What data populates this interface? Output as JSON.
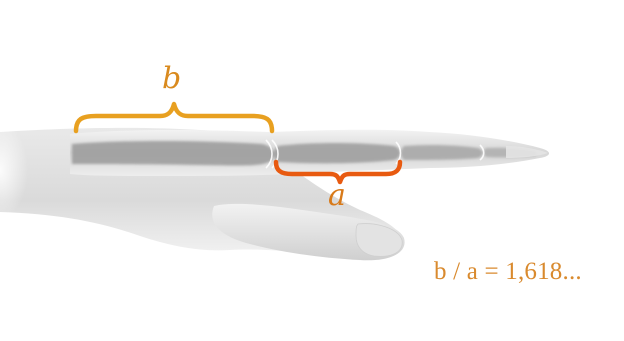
{
  "labels": {
    "b": "b",
    "a": "a"
  },
  "formula": "b / a = 1,618...",
  "colors": {
    "bracket_b": "#E8A020",
    "bracket_a": "#E85A10",
    "label_b": "#D98A1E",
    "label_a": "#D87A1A",
    "formula_text": "#D98A2E",
    "hand_light": "#F2F2F2",
    "hand_mid": "#D4D4D4",
    "bone": "#8E8E8E",
    "nail": "#E2E2E2"
  }
}
